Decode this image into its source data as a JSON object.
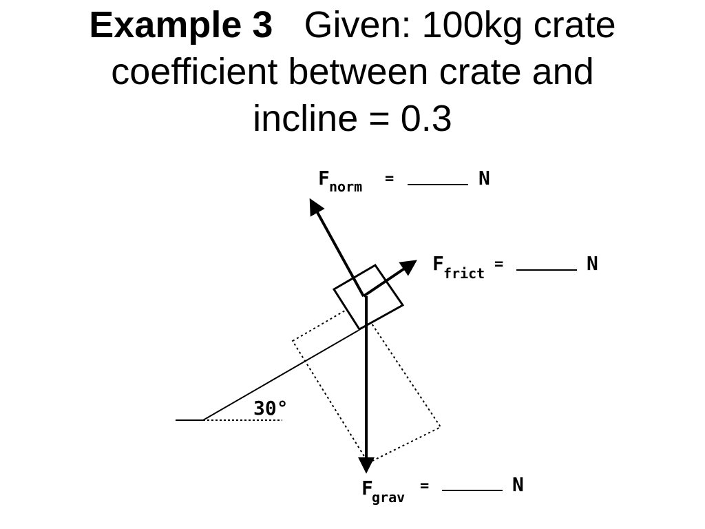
{
  "title": {
    "bold": "Example 3",
    "line1_rest": "Given:  100kg crate",
    "line2": "coefficient between crate and",
    "line3": "incline = 0.3"
  },
  "diagram": {
    "angle_label": "30°",
    "f_norm": {
      "base": "F",
      "sub": "norm",
      "eq": "=",
      "unit": "N"
    },
    "f_frict": {
      "base": "F",
      "sub": "frict",
      "eq": "=",
      "unit": "N"
    },
    "f_grav": {
      "base": "F",
      "sub": "grav",
      "eq": "=",
      "unit": "N"
    }
  }
}
